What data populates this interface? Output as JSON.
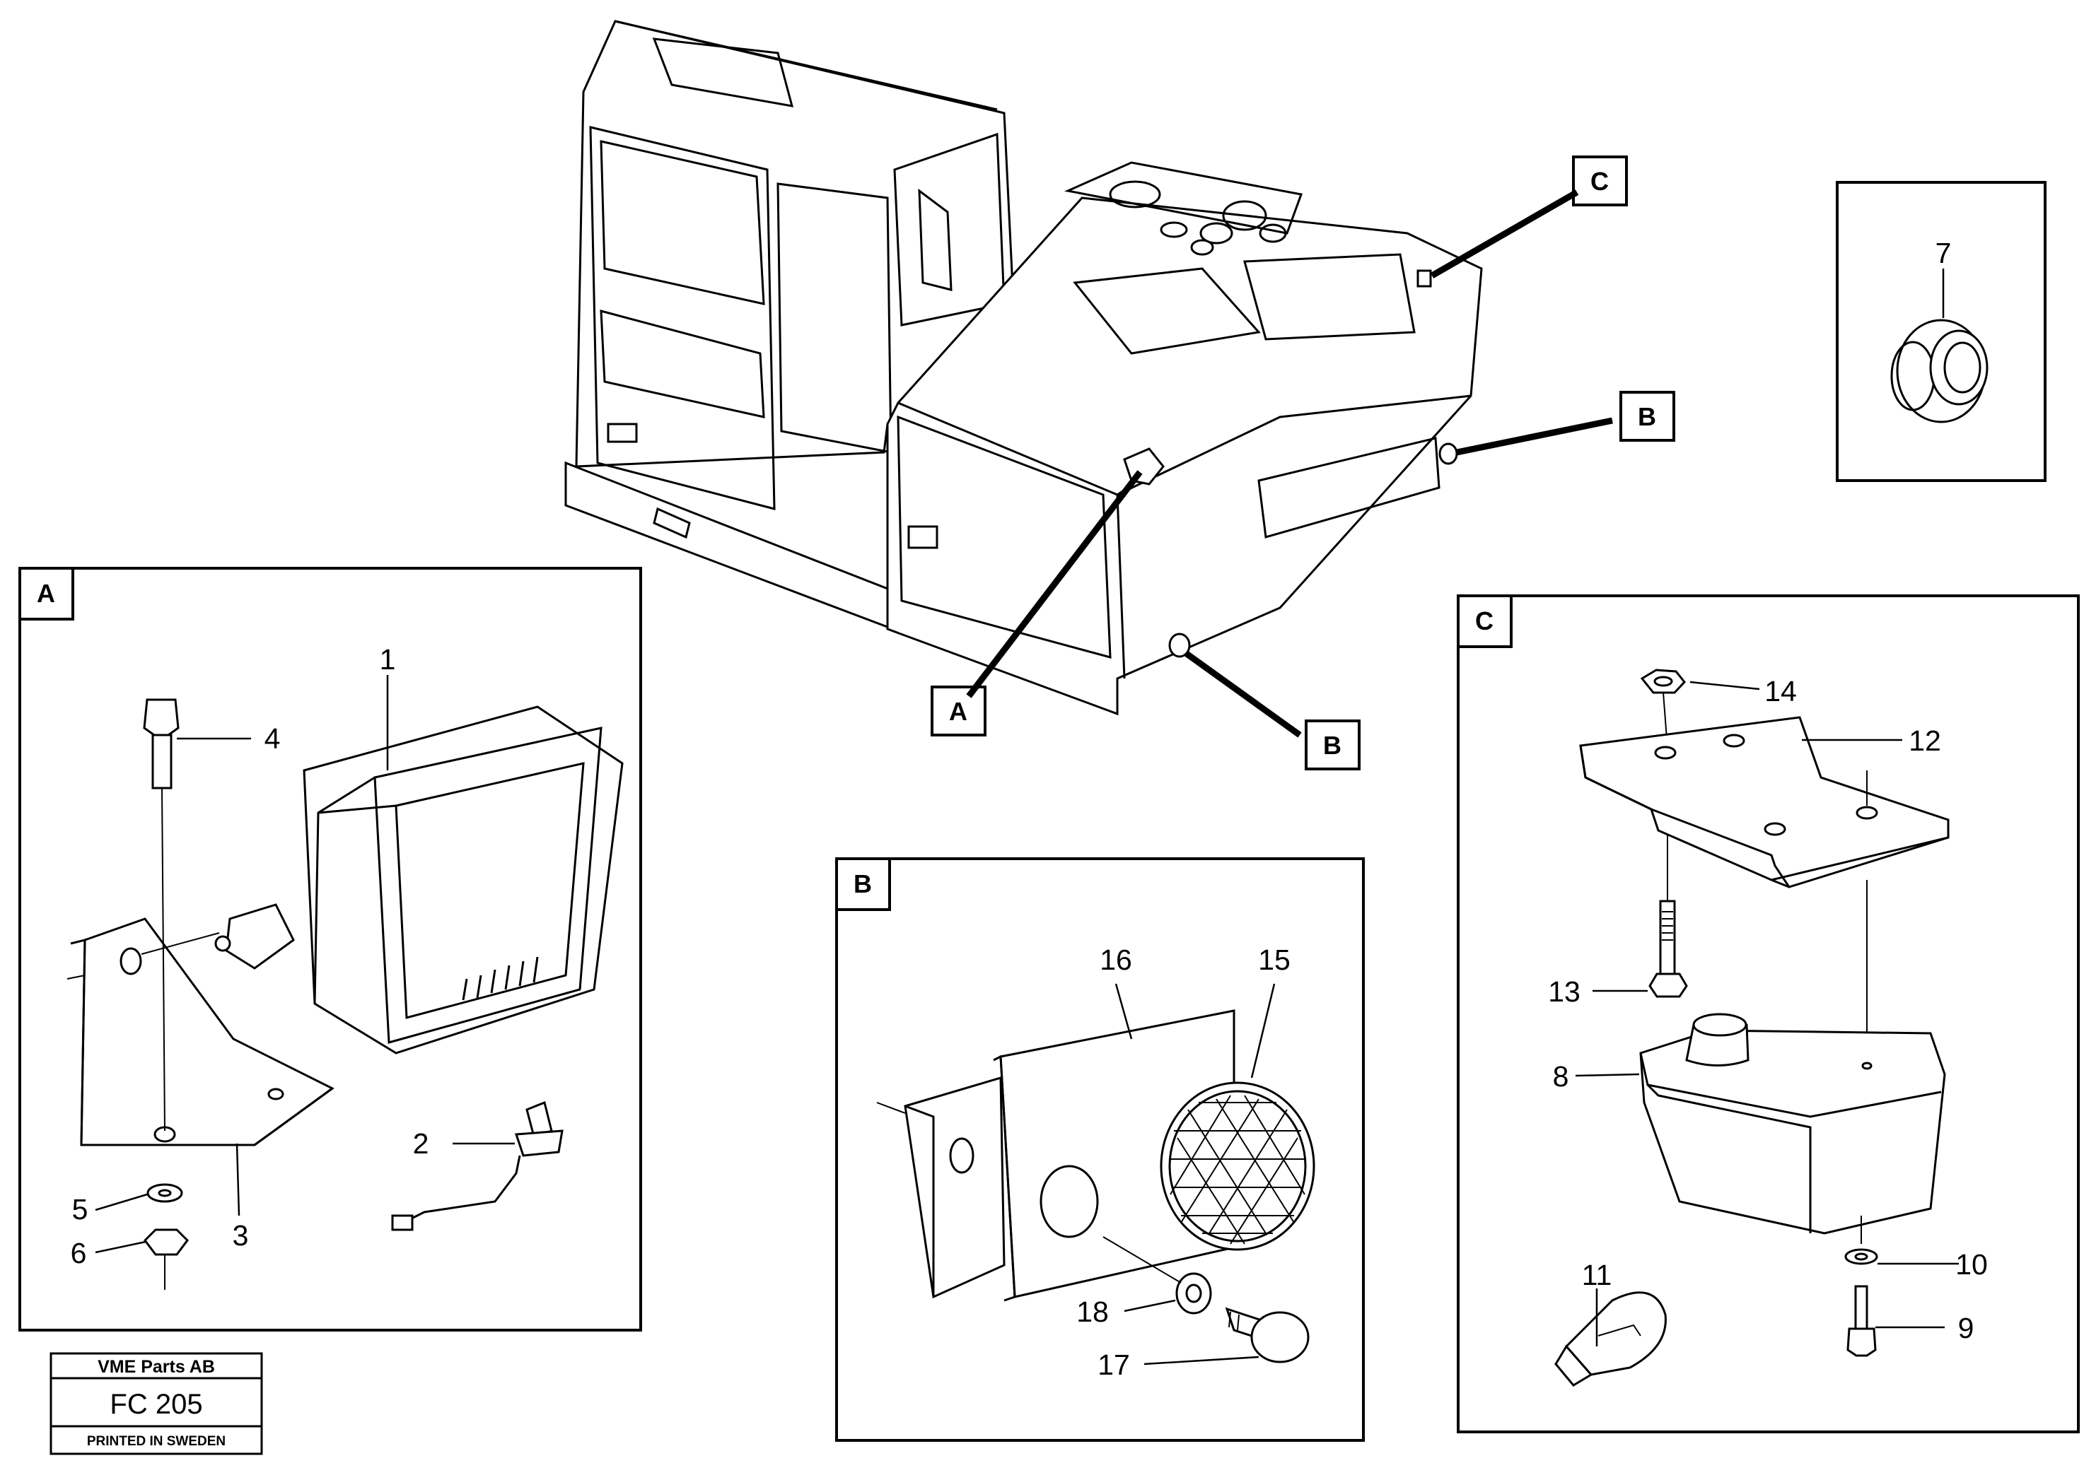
{
  "view_labels": {
    "panel_a": "A",
    "panel_b": "B",
    "panel_c": "C",
    "machine_a": "A",
    "machine_b_front": "B",
    "machine_b_rear": "B",
    "machine_c": "C"
  },
  "callouts": {
    "p1": "1",
    "p2": "2",
    "p3": "3",
    "p4": "4",
    "p5": "5",
    "p6": "6",
    "p7": "7",
    "p8": "8",
    "p9": "9",
    "p10": "10",
    "p11": "11",
    "p12": "12",
    "p13": "13",
    "p14": "14",
    "p15": "15",
    "p16": "16",
    "p17": "17",
    "p18": "18"
  },
  "title_block": {
    "company": "VME Parts AB",
    "code": "FC 205",
    "printed": "PRINTED IN SWEDEN"
  }
}
